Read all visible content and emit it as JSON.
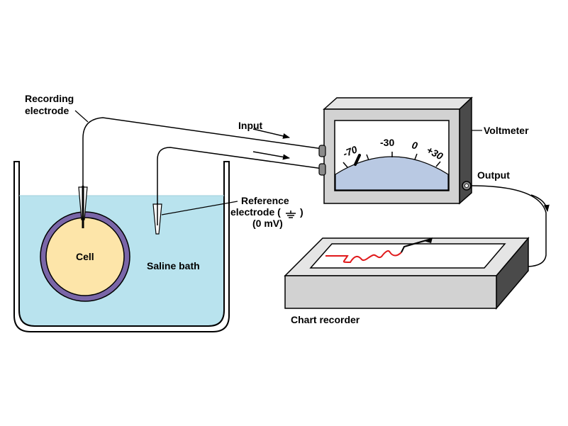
{
  "labels": {
    "recording_line1": "Recording",
    "recording_line2": "electrode",
    "input": "Input",
    "voltmeter": "Voltmeter",
    "output": "Output",
    "reference_line1": "Reference",
    "reference_line2": "electrode (",
    "reference_line2_end": ")",
    "reference_line3": "(0 mV)",
    "cell": "Cell",
    "saline_bath": "Saline bath",
    "chart_recorder": "Chart recorder"
  },
  "meter": {
    "ticks": [
      "-70",
      "-30",
      "0",
      "+30"
    ],
    "needle_reading": "-70"
  },
  "colors": {
    "bath_fill": "#b9e3ee",
    "cell_fill": "#fde5a9",
    "cell_membrane": "#7a66a8",
    "meter_dial": "#b9c9e3",
    "trace": "#e0191b",
    "box_front": "#d2d2d2",
    "box_side": "#4a4a4a",
    "box_top": "#e5e5e5"
  }
}
